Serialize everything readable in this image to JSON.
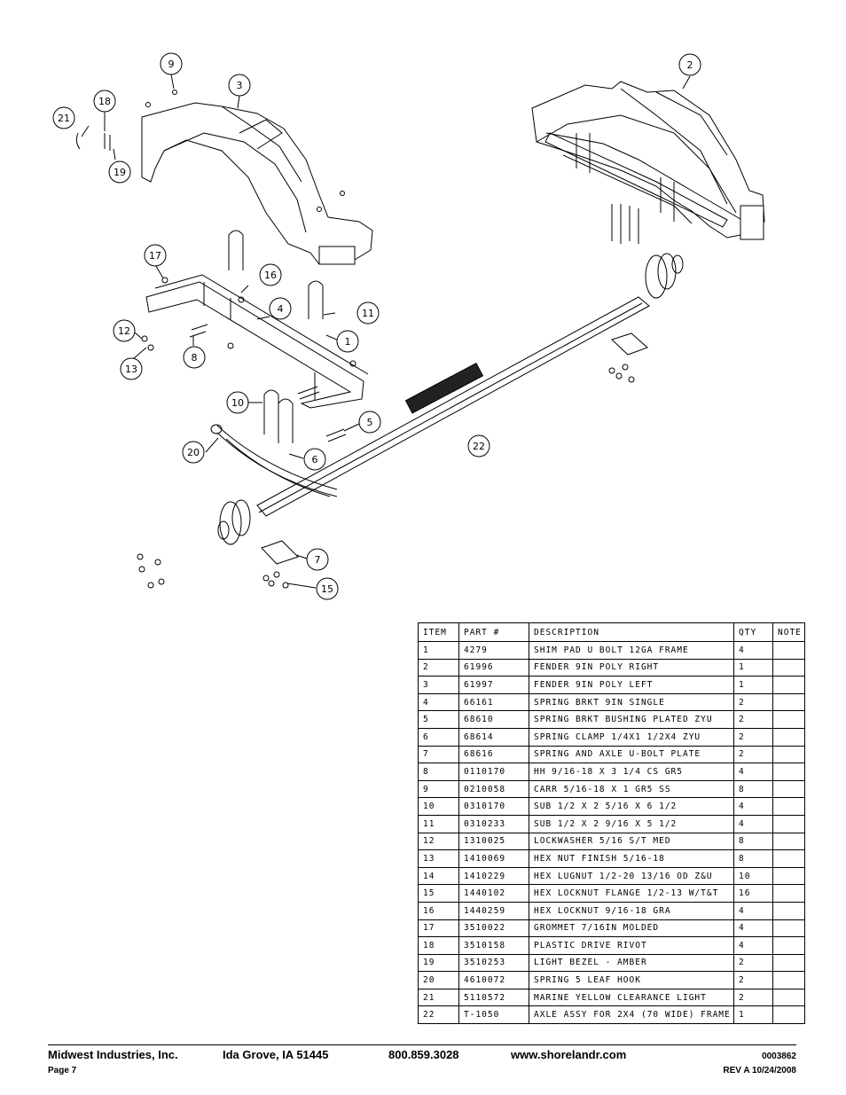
{
  "balloons": [
    "1",
    "2",
    "3",
    "4",
    "5",
    "6",
    "7",
    "8",
    "9",
    "10",
    "11",
    "12",
    "13",
    "15",
    "16",
    "17",
    "18",
    "19",
    "20",
    "21",
    "22"
  ],
  "table": {
    "headers": [
      "ITEM",
      "PART #",
      "DESCRIPTION",
      "QTY",
      "NOTE"
    ],
    "rows": [
      [
        "1",
        "4279",
        "SHIM PAD   U BOLT 12GA FRAME",
        "4",
        ""
      ],
      [
        "2",
        "61996",
        "FENDER  9IN POLY RIGHT",
        "1",
        ""
      ],
      [
        "3",
        "61997",
        "FENDER  9IN POLY LEFT",
        "1",
        ""
      ],
      [
        "4",
        "66161",
        "SPRING BRKT   9IN SINGLE",
        "2",
        ""
      ],
      [
        "5",
        "68610",
        "SPRING BRKT BUSHING PLATED ZYU",
        "2",
        ""
      ],
      [
        "6",
        "68614",
        "SPRING CLAMP   1/4X1 1/2X4  ZYU",
        "2",
        ""
      ],
      [
        "7",
        "68616",
        "SPRING AND AXLE U-BOLT PLATE",
        "2",
        ""
      ],
      [
        "8",
        "0110170",
        "HH 9/16-18 X 3 1/4 CS GR5",
        "4",
        ""
      ],
      [
        "9",
        "0210058",
        "CARR 5/16-18 X 1 GR5 SS",
        "8",
        ""
      ],
      [
        "10",
        "0310170",
        "SUB 1/2 X 2 5/16 X 6 1/2",
        "4",
        ""
      ],
      [
        "11",
        "0310233",
        "SUB 1/2 X 2 9/16 X 5 1/2",
        "4",
        ""
      ],
      [
        "12",
        "1310025",
        "LOCKWASHER 5/16 S/T MED",
        "8",
        ""
      ],
      [
        "13",
        "1410069",
        "HEX NUT FINISH 5/16-18",
        "8",
        ""
      ],
      [
        "14",
        "1410229",
        "HEX LUGNUT 1/2-20 13/16 OD Z&U",
        "10",
        ""
      ],
      [
        "15",
        "1440102",
        "HEX LOCKNUT FLANGE 1/2-13 W/T&T",
        "16",
        ""
      ],
      [
        "16",
        "1440259",
        "HEX LOCKNUT 9/16-18 GRA",
        "4",
        ""
      ],
      [
        "17",
        "3510022",
        "GROMMET  7/16IN MOLDED",
        "4",
        ""
      ],
      [
        "18",
        "3510158",
        "PLASTIC DRIVE RIVOT",
        "4",
        ""
      ],
      [
        "19",
        "3510253",
        "LIGHT BEZEL - AMBER",
        "2",
        ""
      ],
      [
        "20",
        "4610072",
        "SPRING  5 LEAF HOOK",
        "2",
        ""
      ],
      [
        "21",
        "5110572",
        "MARINE YELLOW CLEARANCE LIGHT",
        "2",
        ""
      ],
      [
        "22",
        "T-1050",
        "AXLE ASSY FOR 2X4 (70 WIDE) FRAME",
        "1",
        ""
      ]
    ]
  },
  "footer": {
    "company": "Midwest Industries, Inc.",
    "city": "Ida Grove, IA  51445",
    "phone": "800.859.3028",
    "website": "www.shorelandr.com",
    "doc_number": "0003862",
    "page": "Page 7",
    "revision": "REV A  10/24/2008"
  }
}
